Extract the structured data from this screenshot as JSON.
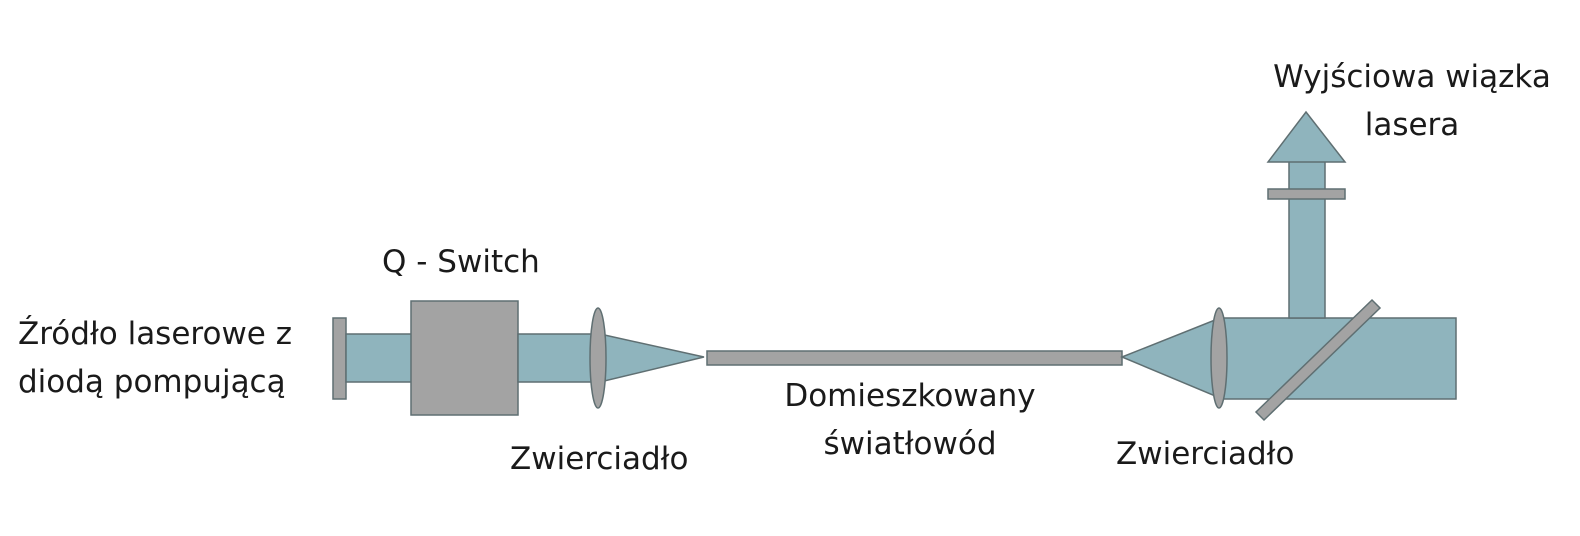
{
  "labels": {
    "source": "Źródło laserowe z\ndiodą pompującą",
    "qswitch": "Q - Switch",
    "mirror_left": "Zwierciadło",
    "fiber": "Domieszkowany\nświatłowód",
    "mirror_right": "Zwierciadło",
    "output": "Wyjściowa wiązka\nlasera"
  },
  "colors": {
    "beam": "#8fb4bd",
    "component": "#a3a3a3",
    "outline": "#5f6f72"
  }
}
